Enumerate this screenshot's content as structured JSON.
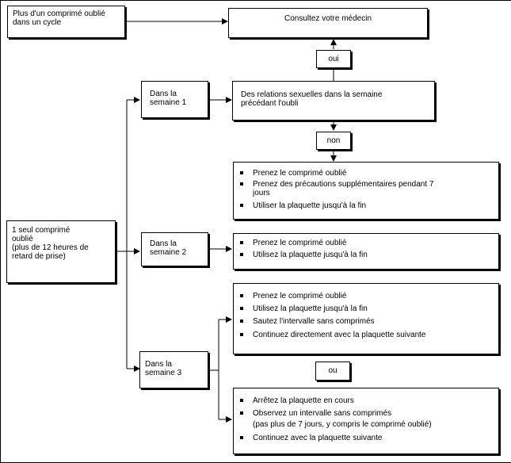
{
  "boxes": {
    "plus_un": {
      "lines": [
        "Plus d'un   comprimé oublié",
        "dans un cycle"
      ]
    },
    "consultez": {
      "text": "Consultez votre médecin"
    },
    "oui": {
      "text": "oui"
    },
    "non": {
      "text": "non"
    },
    "ou": {
      "text": "ou"
    },
    "un_seul": {
      "lines": [
        "1 seul comprimé",
        "oublié",
        "(plus de 12  heures de",
        "retard de prise)"
      ]
    },
    "semaine1": {
      "lines": [
        "Dans la",
        "semaine 1"
      ]
    },
    "semaine2": {
      "lines": [
        "Dans la",
        "semaine 2"
      ]
    },
    "semaine3": {
      "lines": [
        "Dans la",
        "semaine 3"
      ]
    },
    "relations": {
      "lines": [
        "Des relations sexuelles dans la semaine",
        "précédant l'oubli"
      ]
    },
    "action_s1": {
      "items": [
        "Prenez le  comprimé oublié",
        "Prenez des précautions supplémentaires pendant 7 jours",
        "Utiliser la plaquette jusqu'à la fin"
      ]
    },
    "action_s2": {
      "items": [
        "Prenez le  comprimé oublié",
        "Utilisez la plaquette jusqu'à la fin"
      ]
    },
    "action_s3a": {
      "items": [
        "Prenez le  comprimé oublié",
        "Utilisez la plaquette jusqu'à la fin",
        "Sautez l'intervalle sans comprimés",
        "Continuez directement avec la plaquette suivante"
      ]
    },
    "action_s3b": {
      "items": [
        "Arrêtez la plaquette en cours",
        "Observez un intervalle sans comprimés",
        "Continuez avec la plaquette suivante"
      ],
      "note": "(pas plus de 7 jours, y compris le comprimé oublié)"
    }
  }
}
